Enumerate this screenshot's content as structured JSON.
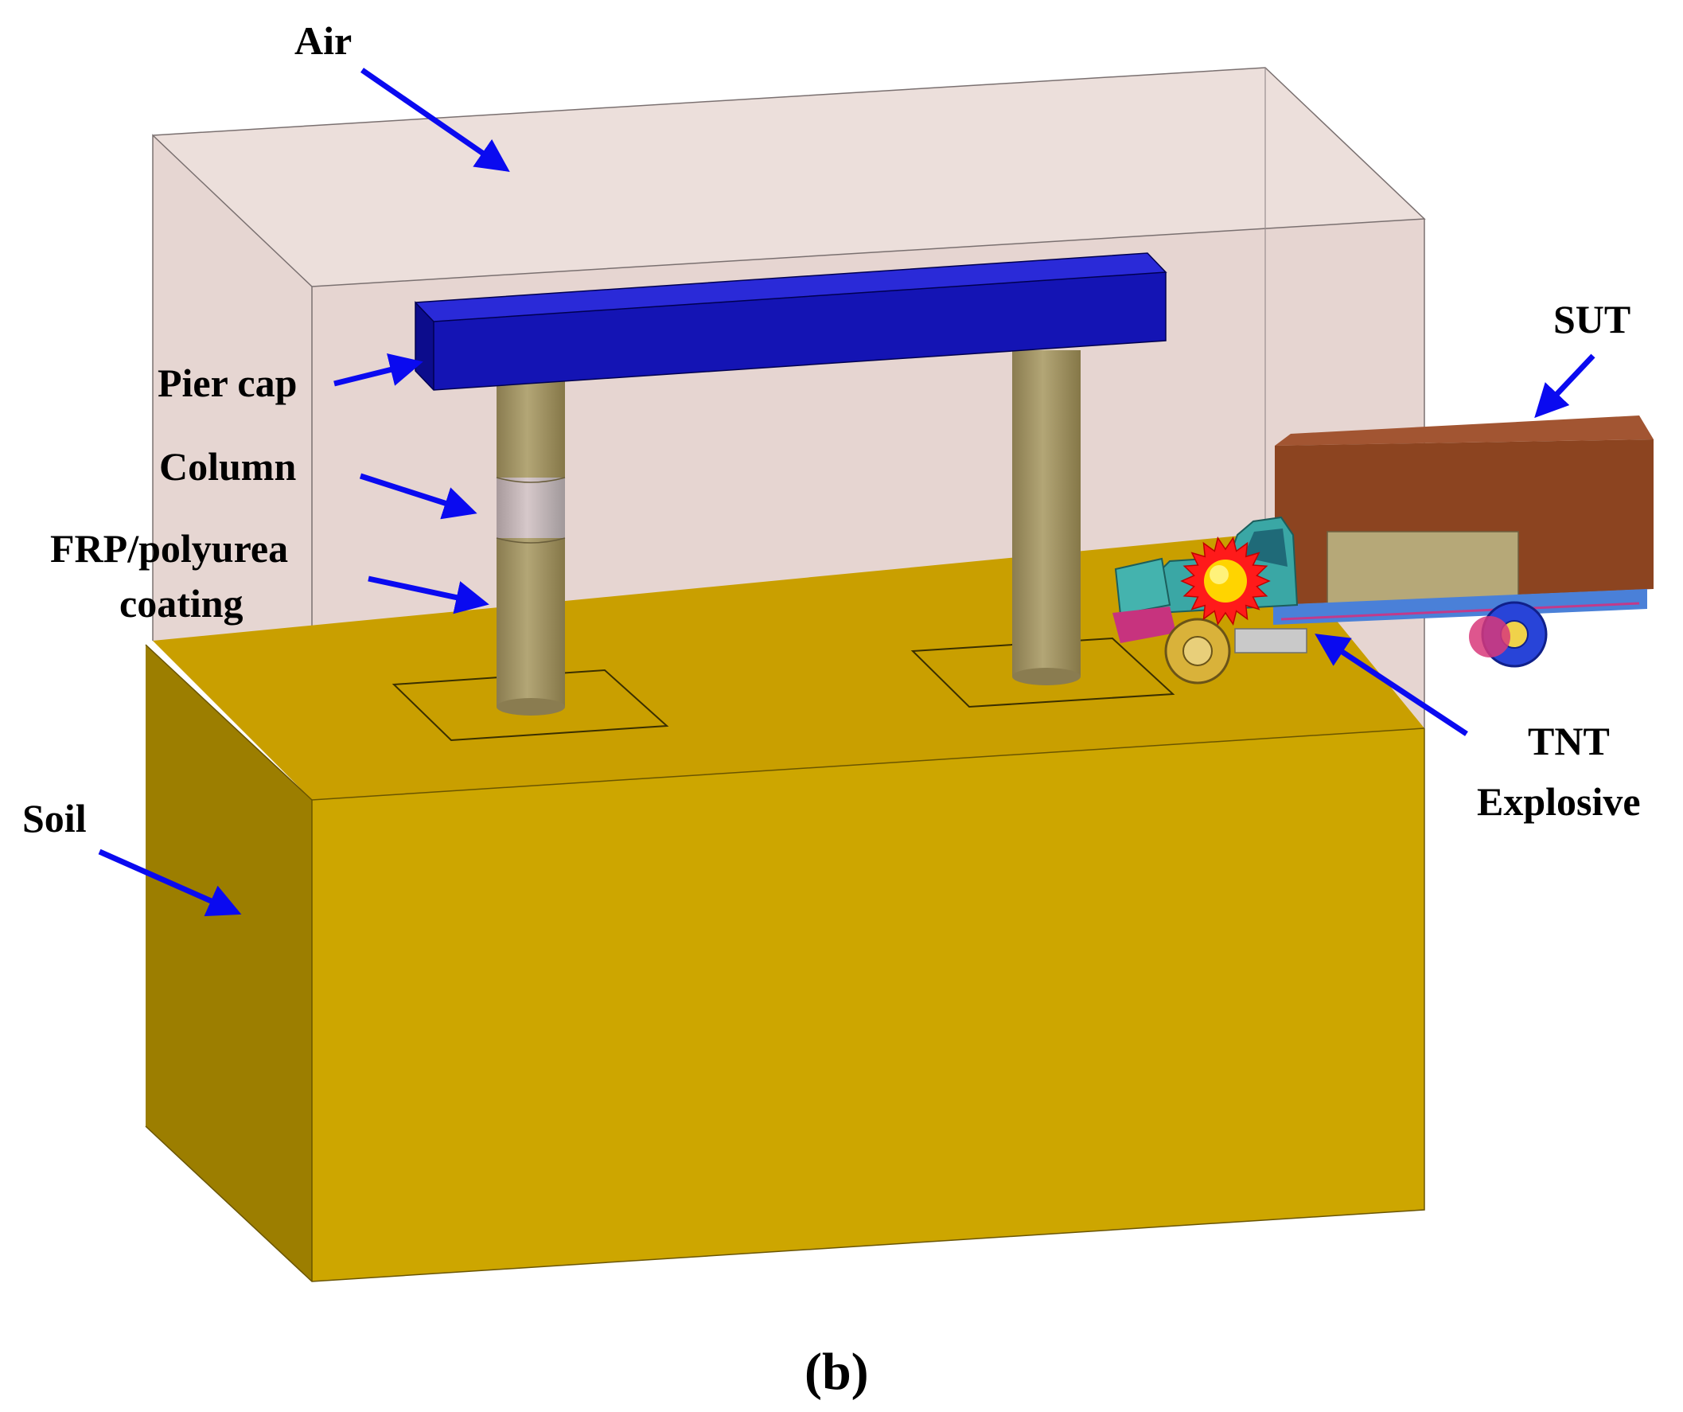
{
  "labels": {
    "air": "Air",
    "sut": "SUT",
    "pier_cap": "Pier cap",
    "column": "Column",
    "coating_line1": "FRP/polyurea",
    "coating_line2": "coating",
    "tnt_line1": "TNT",
    "tnt_line2": "Explosive",
    "soil": "Soil",
    "panel": "(b)"
  },
  "colors": {
    "air": "#e9dcd8",
    "soil_front": "#cda600",
    "soil_top": "#c99f00",
    "soil_side": "#9c7e00",
    "pier_cap": "#1414b4",
    "column": "#a39566",
    "coating": "#c8b8ba",
    "arrow": "#0a0af0",
    "truck_box": "#8c4420",
    "truck_cab": "#3aa7a5",
    "explosion_outer": "#ff1a1a",
    "explosion_inner": "#ffd400"
  }
}
